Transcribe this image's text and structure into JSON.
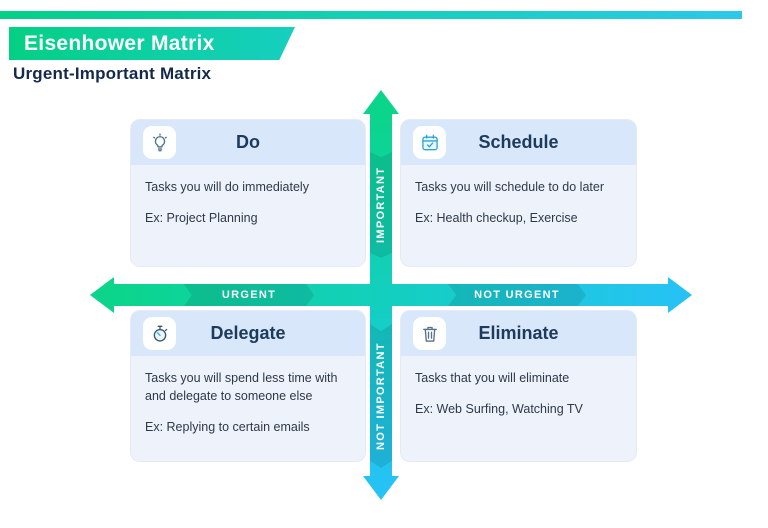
{
  "banner": {
    "title": "Eisenhower Matrix"
  },
  "subtitle": "Urgent-Important Matrix",
  "axes": {
    "up": "IMPORTANT",
    "down": "NOT IMPORTANT",
    "left": "URGENT",
    "right": "NOT URGENT"
  },
  "quadrants": [
    {
      "key": "do",
      "title": "Do",
      "icon": "lightbulb-icon",
      "lines": [
        "Tasks you will do immediately",
        "Ex: Project Planning"
      ]
    },
    {
      "key": "schedule",
      "title": "Schedule",
      "icon": "calendar-icon",
      "lines": [
        "Tasks you will schedule to do later",
        "Ex: Health checkup, Exercise"
      ]
    },
    {
      "key": "delegate",
      "title": "Delegate",
      "icon": "stopwatch-icon",
      "lines": [
        "Tasks you will spend less time with and delegate to someone else",
        "Ex: Replying to certain emails"
      ]
    },
    {
      "key": "eliminate",
      "title": "Eliminate",
      "icon": "trash-icon",
      "lines": [
        "Tasks that you will eliminate",
        "Ex: Web Surfing, Watching TV"
      ]
    }
  ],
  "colors": {
    "gradient_green": "#0bd58b",
    "gradient_teal": "#13cfc0",
    "gradient_cyan": "#25c3f3",
    "card_background": "#eef2fb",
    "card_header_background": "#d8e7f9",
    "heading_text": "#14294b",
    "quadrant_title_text": "#1c3b5d",
    "body_text": "#2e3947"
  }
}
